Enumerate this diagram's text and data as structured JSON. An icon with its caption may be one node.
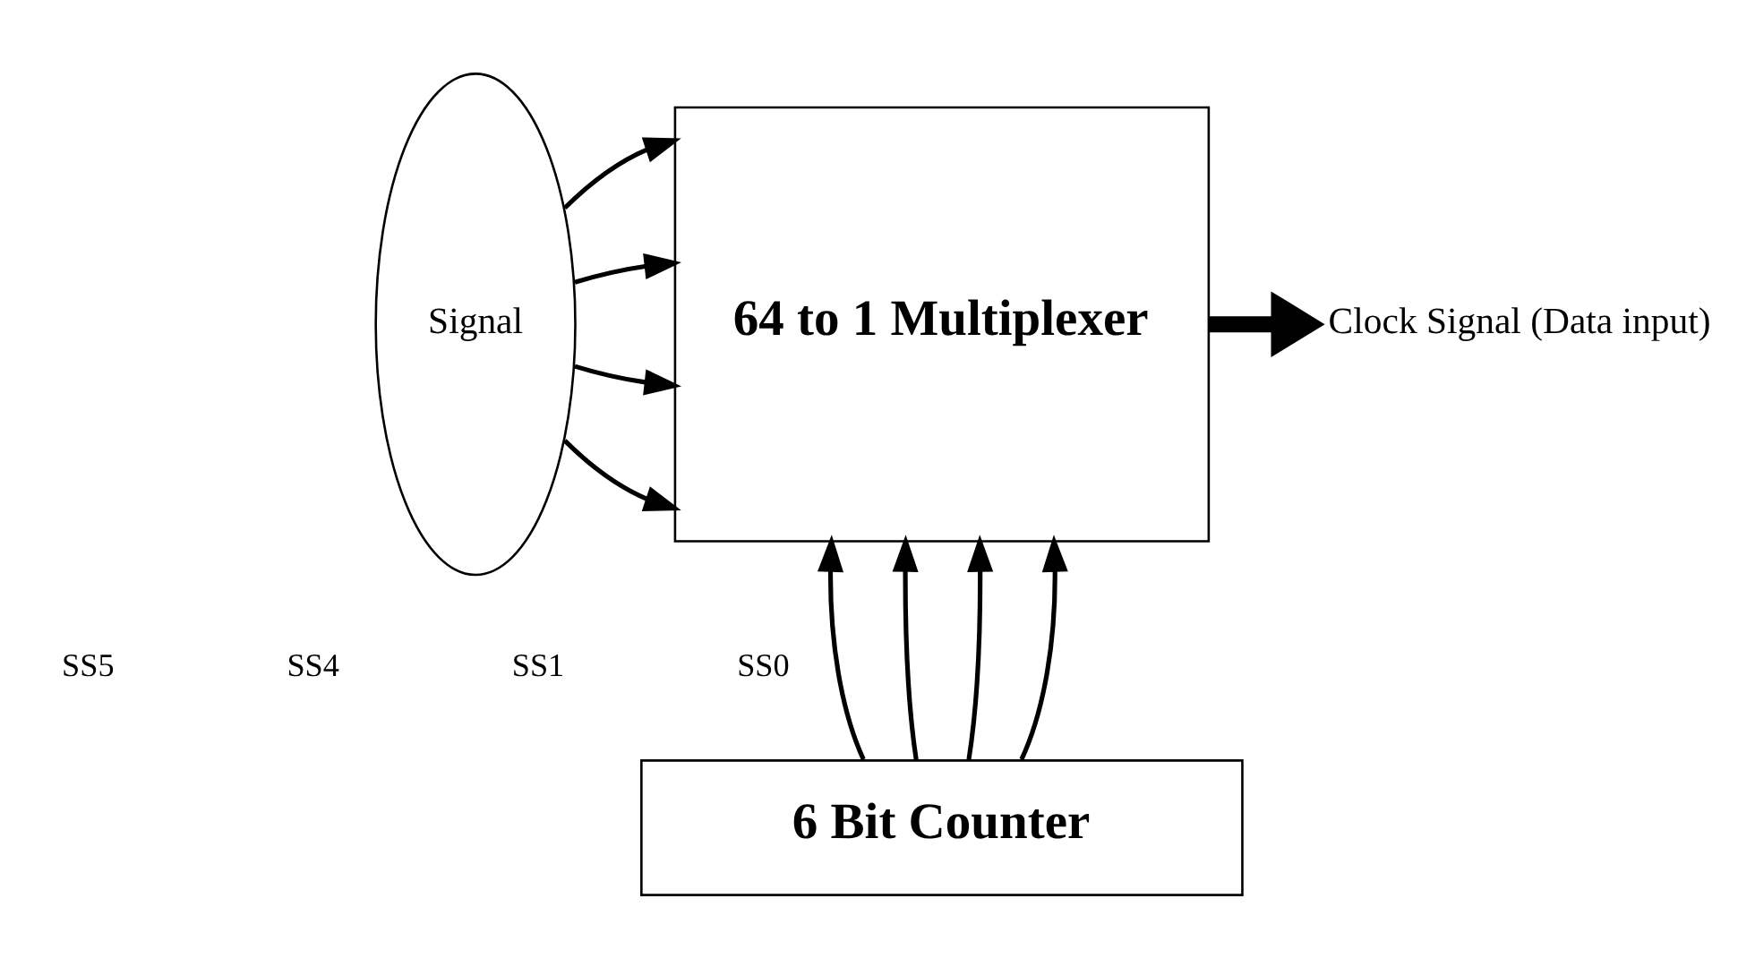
{
  "diagram": {
    "nodes": [
      {
        "text": [
          "Signal"
        ]
      },
      {
        "text": [
          "64 to 1 Multiplexer"
        ]
      },
      {
        "text": [
          "6 Bit Counter"
        ]
      },
      {
        "text": [
          "Clock Signal (Data input)"
        ]
      }
    ],
    "edges": [
      {
        "from": 0,
        "to": 1,
        "arrow": "to"
      },
      {
        "from": 0,
        "to": 1,
        "arrow": "to"
      },
      {
        "from": 0,
        "to": 1,
        "arrow": "to"
      },
      {
        "from": 0,
        "to": 1,
        "arrow": "to"
      },
      {
        "from": 1,
        "to": 3,
        "arrow": "to",
        "style": "thick"
      },
      {
        "from": 2,
        "to": 1,
        "arrow": "to"
      },
      {
        "from": 2,
        "to": 1,
        "arrow": "to"
      },
      {
        "from": 2,
        "to": 1,
        "arrow": "to"
      },
      {
        "from": 2,
        "to": 1,
        "arrow": "to"
      }
    ],
    "labels": [
      "SS5",
      "SS4",
      "SS1",
      "SS0"
    ]
  }
}
